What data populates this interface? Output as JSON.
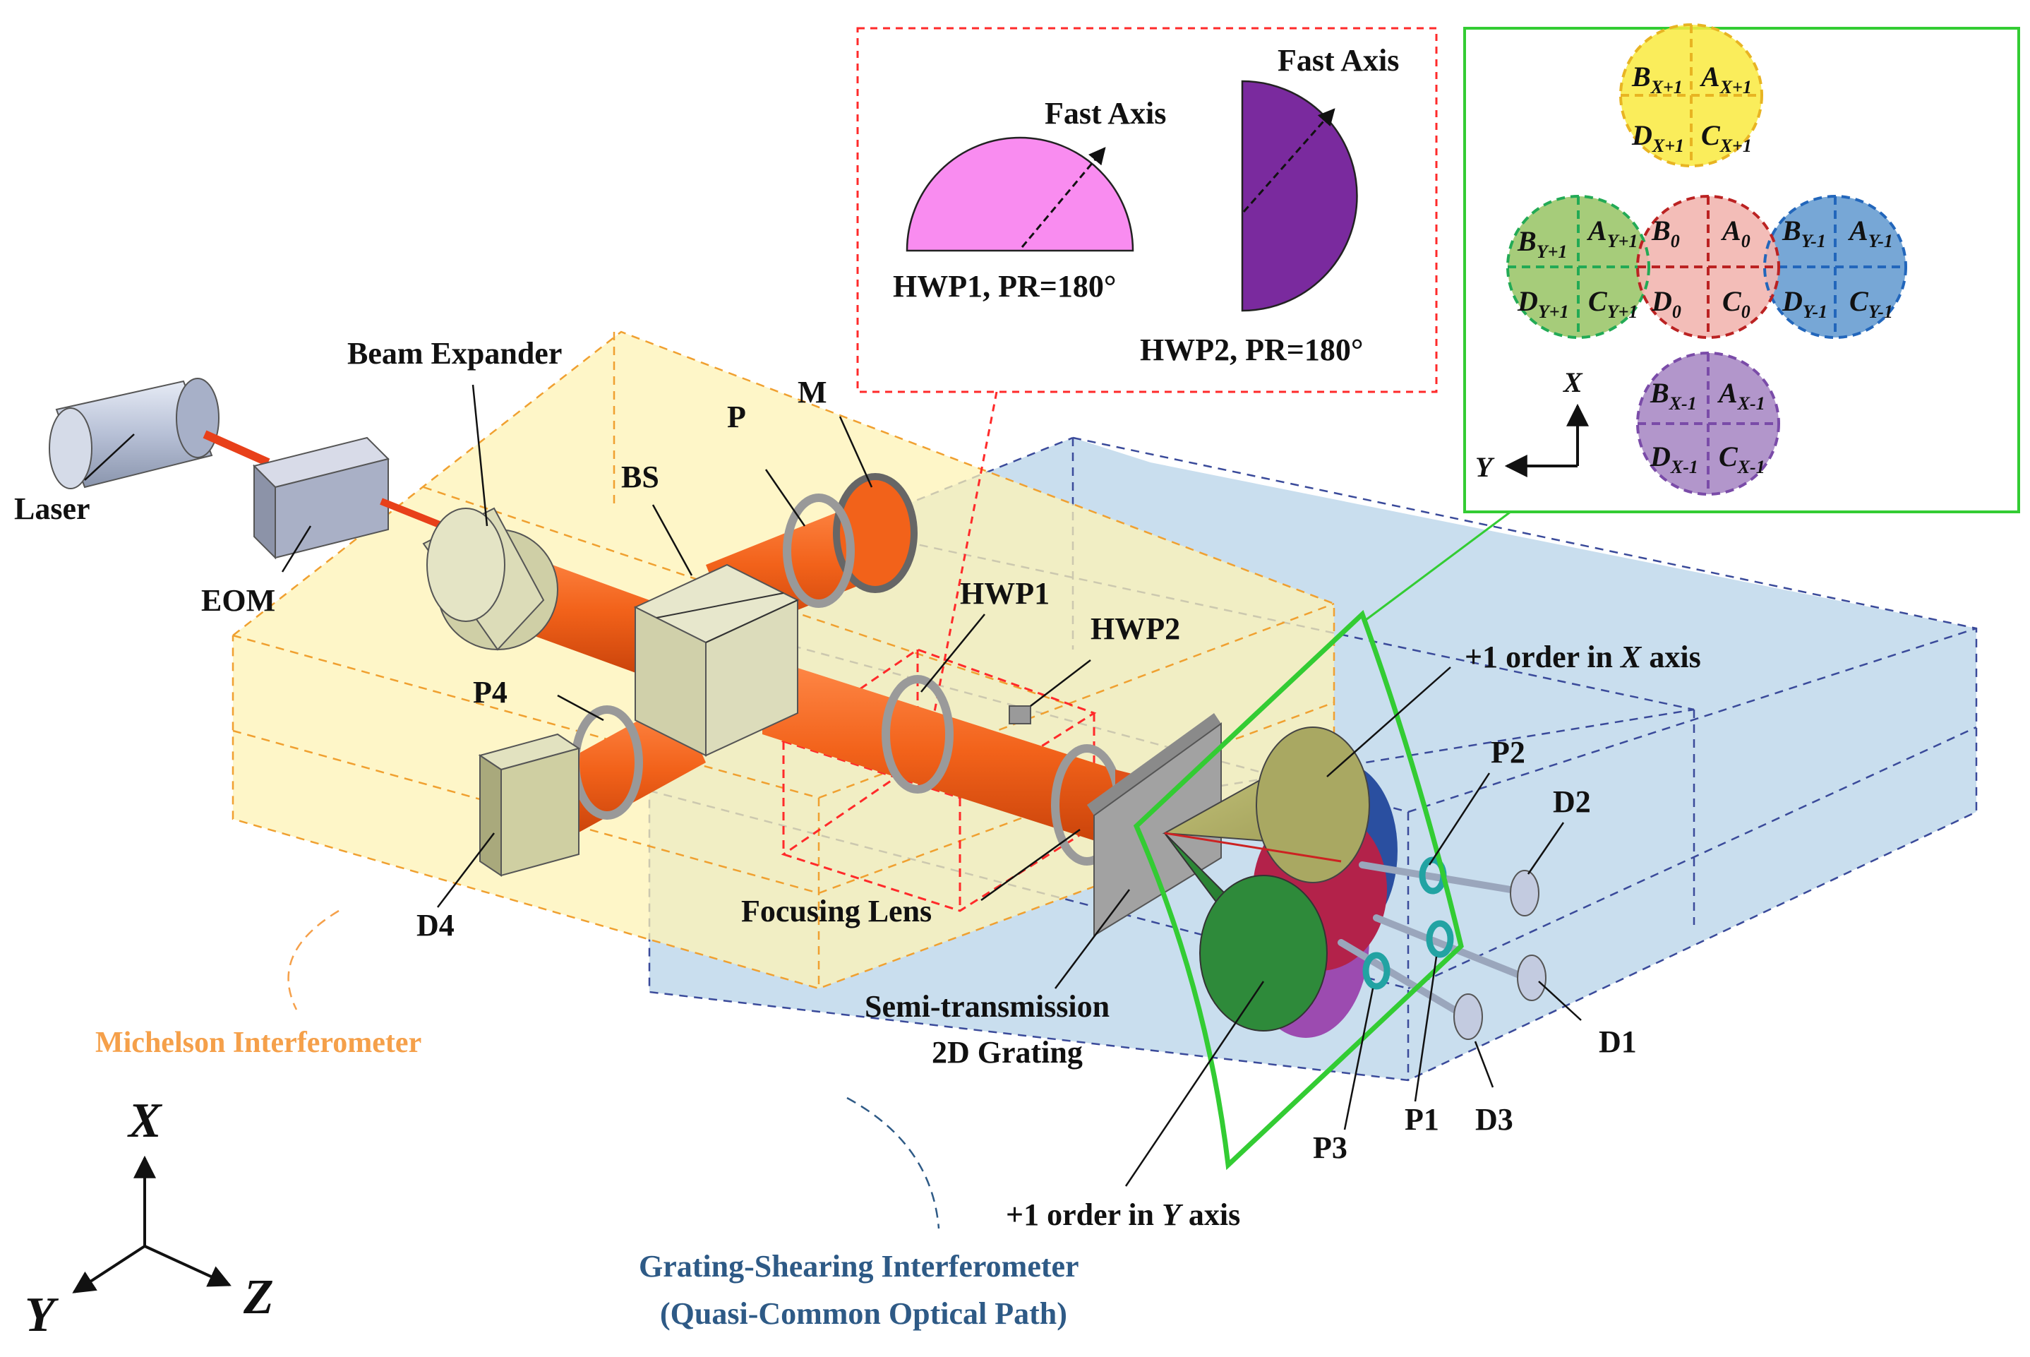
{
  "labels": {
    "laser": "Laser",
    "eom": "EOM",
    "beam_expander": "Beam Expander",
    "bs": "BS",
    "p": "P",
    "m": "M",
    "p4": "P4",
    "d4": "D4",
    "hwp1": "HWP1",
    "hwp2": "HWP2",
    "focusing_lens": "Focusing Lens",
    "grating_line1": "Semi-transmission",
    "grating_line2": "2D Grating",
    "order_x_prefix": "+1 order in ",
    "order_x_axis": "X",
    "order_x_suffix": " axis",
    "order_y_prefix": "+1 order in ",
    "order_y_axis": "Y",
    "order_y_suffix": " axis",
    "p1": "P1",
    "p2": "P2",
    "p3": "P3",
    "d1": "D1",
    "d2": "D2",
    "d3": "D3",
    "michelson": "Michelson Interferometer",
    "gsi_line1": "Grating-Shearing Interferometer",
    "gsi_line2": "(Quasi-Common Optical Path)",
    "axis_x": "X",
    "axis_y": "Y",
    "axis_z": "Z"
  },
  "hwp_inset": {
    "fast_axis_1": "Fast Axis",
    "fast_axis_2": "Fast Axis",
    "hwp1_caption": "HWP1, PR=180°",
    "hwp2_caption": "HWP2, PR=180°"
  },
  "quadrant_inset": {
    "axis_x": "X",
    "axis_y": "Y",
    "top": {
      "b": "B",
      "b_sub": "X+1",
      "a": "A",
      "a_sub": "X+1",
      "d": "D",
      "d_sub": "X+1",
      "c": "C",
      "c_sub": "X+1"
    },
    "left": {
      "b": "B",
      "b_sub": "Y+1",
      "a": "A",
      "a_sub": "Y+1",
      "d": "D",
      "d_sub": "Y+1",
      "c": "C",
      "c_sub": "Y+1"
    },
    "center": {
      "b": "B",
      "b_sub": "0",
      "a": "A",
      "a_sub": "0",
      "d": "D",
      "d_sub": "0",
      "c": "C",
      "c_sub": "0"
    },
    "right": {
      "b": "B",
      "b_sub": "Y-1",
      "a": "A",
      "a_sub": "Y-1",
      "d": "D",
      "d_sub": "Y-1",
      "c": "C",
      "c_sub": "Y-1"
    },
    "bottom": {
      "b": "B",
      "b_sub": "X-1",
      "a": "A",
      "a_sub": "X-1",
      "d": "D",
      "d_sub": "X-1",
      "c": "C",
      "c_sub": "X-1"
    }
  },
  "colors": {
    "michelson_region": "#fdf3b6",
    "michelson_label": "#f5a04a",
    "gsi_region": "#bcd6ea",
    "gsi_label": "#2e5a86",
    "beam": "#f2621a",
    "green_frame": "#33cc33",
    "red_dash": "#ff2a2a",
    "hwp1_fill": "#f98cf0",
    "hwp2_fill": "#7a2a9e",
    "quad_yellow": "#f9ea3e",
    "quad_green": "#9cc66b",
    "quad_center": "#f2b6b0",
    "quad_blue": "#5f98cf",
    "quad_purple": "#a584c2"
  }
}
